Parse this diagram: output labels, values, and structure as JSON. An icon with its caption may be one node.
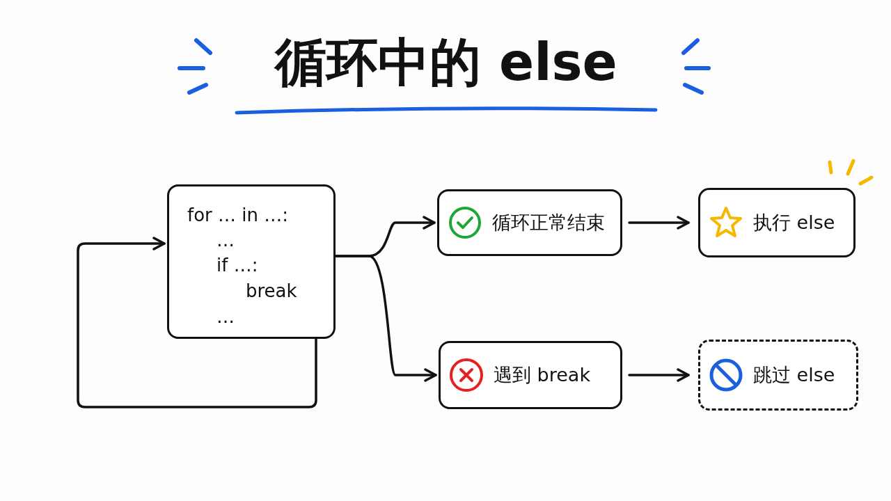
{
  "diagram": {
    "title": "循环中的 else",
    "nodes": [
      {
        "text": [
          "for … in …:",
          "…",
          "if …:",
          "break",
          "…"
        ]
      },
      {
        "text": [
          "循环正常结束"
        ]
      },
      {
        "text": [
          "执行 else"
        ]
      },
      {
        "text": [
          "遇到 break"
        ]
      },
      {
        "text": [
          "跳过 else"
        ]
      }
    ],
    "edges": [
      {
        "from": 0,
        "to": 0,
        "arrow": "to"
      },
      {
        "from": 0,
        "to": 1,
        "arrow": "to"
      },
      {
        "from": 0,
        "to": 3,
        "arrow": "to"
      },
      {
        "from": 1,
        "to": 2,
        "arrow": "to"
      },
      {
        "from": 3,
        "to": 4,
        "arrow": "to"
      }
    ]
  }
}
